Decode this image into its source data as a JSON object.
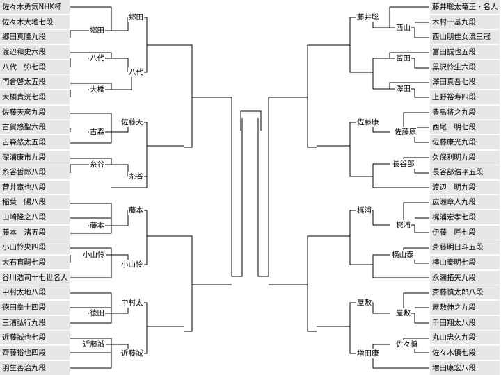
{
  "left_players": [
    "佐々木勇気NHK杯",
    "佐々木大地七段",
    "郷田真隆九段",
    "渡辺和史六段",
    "八代　弥七段",
    "門倉啓太五段",
    "大橋貴洸七段",
    "佐藤天彦九段",
    "古賀悠聖六段",
    "古森悠太五段",
    "深浦康市九段",
    "糸谷哲郎八段",
    "菅井竜也八段",
    "稲葉　陽八段",
    "山崎隆之八段",
    "藤本　渚五段",
    "小山怜央四段",
    "大石直嗣七段",
    "谷川浩司十七世名人",
    "中村太地八段",
    "徳田拳士四段",
    "三浦弘行九段",
    "近藤誠也七段",
    "齊藤裕也四段",
    "羽生善治九段"
  ],
  "right_players": [
    "藤井聡太竜王・名人",
    "木村一基九段",
    "西山朋佳女流三冠",
    "冨田誠也五段",
    "黒沢怜生六段",
    "澤田真吾七段",
    "上野裕寿四段",
    "豊島将之九段",
    "西尾　明七段",
    "佐藤康光九段",
    "久保利明九段",
    "長谷部浩平五段",
    "渡辺　明九段",
    "広瀬章人九段",
    "梶浦宏孝七段",
    "伊藤　匠七段",
    "斎藤明日斗五段",
    "横山泰明七段",
    "永瀬拓矢九段",
    "斎藤慎太郎八段",
    "屋敷伸之九段",
    "千田翔太八段",
    "丸山忠久九段",
    "佐々木慎七段",
    "増田康宏八段"
  ],
  "left_winners": {
    "r1": [
      "郷田",
      "八代",
      "大橋",
      "古森",
      "糸谷",
      "藤本",
      "小山怜",
      "徳田",
      "近藤誠"
    ],
    "r2": [
      "郷田",
      "八代",
      "佐藤天",
      "糸谷",
      "藤本",
      "小山怜",
      "中村太",
      "近藤誠"
    ]
  },
  "right_winners": {
    "r1": [
      "西山",
      "冨田",
      "澤田",
      "佐藤康",
      "長谷部",
      "梶浦",
      "横山泰",
      "屋敷",
      "佐々慎"
    ],
    "r2": [
      "藤井聡",
      "佐藤康",
      "梶浦",
      "屋敷",
      "増田康"
    ]
  }
}
